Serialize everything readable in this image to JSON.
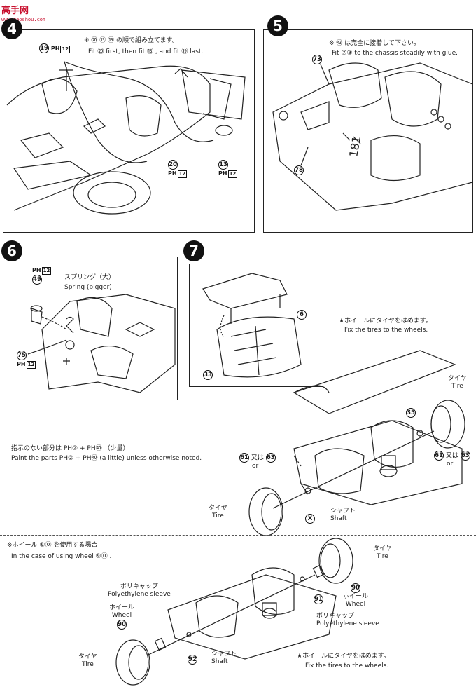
{
  "watermark": {
    "brand": "高手网",
    "url": "www.gaoshou.com"
  },
  "step4": {
    "number": "4",
    "note_jp": "※ ⑳ ⑬ ⑲ の順で組み立てます。",
    "note_en": "Fit ⑳ first, then fit ⑬ , and fit ⑲ last.",
    "labels": [
      {
        "num": "19",
        "paint": "PH",
        "paint_no": "12"
      },
      {
        "num": "20",
        "paint": "PH",
        "paint_no": "12"
      },
      {
        "num": "13",
        "paint": "PH",
        "paint_no": "12"
      }
    ]
  },
  "step5": {
    "number": "5",
    "note_jp": "※ ㊸ は完全に接着して下さい。",
    "note_en": "Fit ⑦③ to the chassis steadily with glue.",
    "parts": [
      "73",
      "78"
    ]
  },
  "step6": {
    "number": "6",
    "spring_jp": "スプリング（大）",
    "spring_en": "Spring (bigger)",
    "parts": [
      {
        "num": "49",
        "paint": "PH",
        "paint_no": "12"
      },
      {
        "num": "75",
        "paint": "PH",
        "paint_no": "12"
      }
    ]
  },
  "step7": {
    "number": "7",
    "tire_note_jp": "★ホイールにタイヤをはめます。",
    "tire_note_en": "Fix the tires to the wheels.",
    "tire_jp": "タイヤ",
    "tire_en": "Tire",
    "shaft_jp": "シャフト",
    "shaft_en": "Shaft",
    "or_jp": "又は",
    "or_en": "or",
    "parts": [
      "6",
      "33",
      "35",
      "61",
      "63",
      "X"
    ]
  },
  "paint_note": {
    "jp": "指示のない部分は PH② + PH㊵ （少量）",
    "en": "Paint the parts PH② + PH㊵ (a little) unless otherwise noted."
  },
  "wheel90": {
    "note_jp": "※ホイール ⑨⓪ を使用する場合",
    "note_en": "In the case of using wheel ⑨⓪ .",
    "poly_jp": "ポリキャップ",
    "poly_en": "Polyethylene sleeve",
    "wheel_jp": "ホイール",
    "wheel_en": "Wheel",
    "tire_jp": "タイヤ",
    "tire_en": "Tire",
    "shaft_jp": "シャフト",
    "shaft_en": "Shaft",
    "tire_note_jp": "★ホイールにタイヤをはめます。",
    "tire_note_en": "Fix the tires to the wheels.",
    "parts": [
      "90",
      "91",
      "92"
    ]
  }
}
